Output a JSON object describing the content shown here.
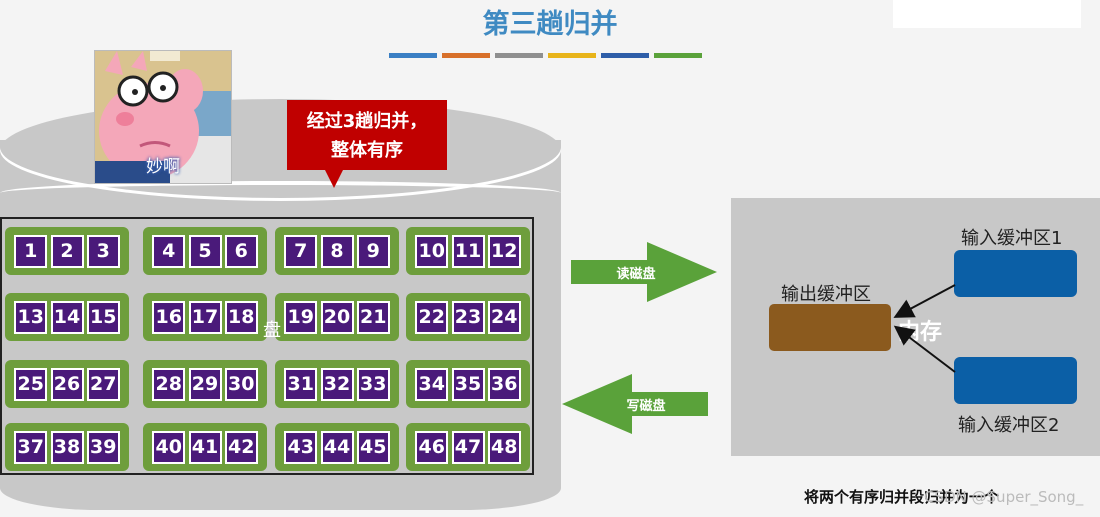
{
  "title": "第三趟归并",
  "strip_colors": [
    "#3a7fc4",
    "#d8702a",
    "#8f8f8f",
    "#e8b41a",
    "#2e5ea8",
    "#5aa23a"
  ],
  "callout": {
    "line1": "经过3趟归并，",
    "line2": "整体有序"
  },
  "meme": {
    "caption": "妙啊"
  },
  "segments": [
    [
      1,
      2,
      3
    ],
    [
      4,
      5,
      6
    ],
    [
      7,
      8,
      9
    ],
    [
      10,
      11,
      12
    ],
    [
      13,
      14,
      15
    ],
    [
      16,
      17,
      18
    ],
    [
      19,
      20,
      21
    ],
    [
      22,
      23,
      24
    ],
    [
      25,
      26,
      27
    ],
    [
      28,
      29,
      30
    ],
    [
      31,
      32,
      33
    ],
    [
      34,
      35,
      36
    ],
    [
      37,
      38,
      39
    ],
    [
      40,
      41,
      42
    ],
    [
      43,
      44,
      45
    ],
    [
      46,
      47,
      48
    ]
  ],
  "ghost_char": "盘",
  "arrows": {
    "read": "读磁盘",
    "write": "写磁盘"
  },
  "memory": {
    "input1": "输入缓冲区1",
    "input2": "输入缓冲区2",
    "output": "输出缓冲区",
    "label": "内存"
  },
  "footer": "将两个有序归并段归并为一个",
  "watermark": "CSDN @Super_Song_"
}
